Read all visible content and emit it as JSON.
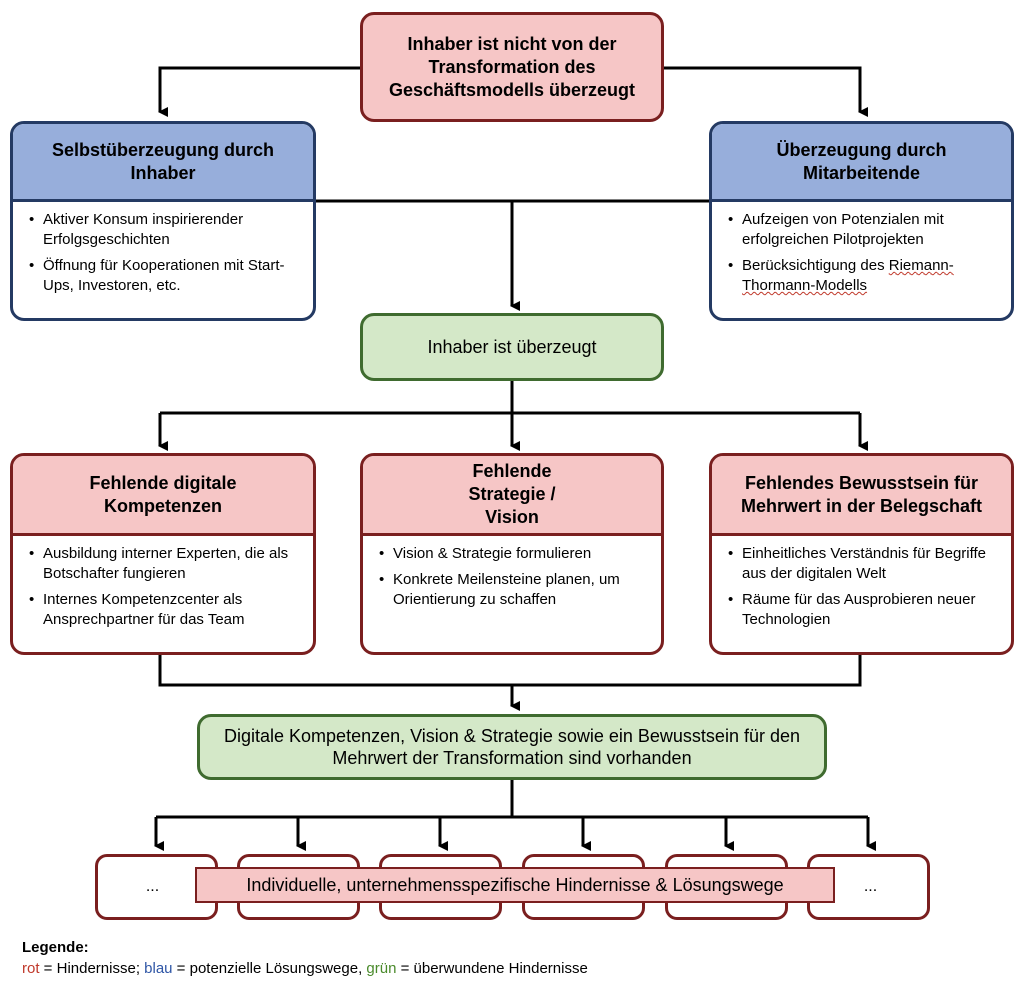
{
  "top": {
    "title": "Inhaber ist nicht von der Transformation des Geschäftsmodells überzeugt"
  },
  "left_solution": {
    "title": "Selbstüberzeugung durch Inhaber",
    "items": [
      "Aktiver Konsum inspirierender Erfolgsgeschichten",
      "Öffnung für Kooperationen mit Start-Ups, Investoren, etc."
    ]
  },
  "right_solution": {
    "title": "Überzeugung durch Mitarbeitende",
    "items": [
      "Aufzeigen von Potenzialen mit erfolgreichen Pilotprojekten",
      "Berücksichtigung des ",
      "Riemann-Thormann-Modells"
    ]
  },
  "convinced": {
    "title": "Inhaber ist überzeugt"
  },
  "obstacle1": {
    "title": "Fehlende digitale Kompetenzen",
    "items": [
      "Ausbildung interner Experten, die als Botschafter fungieren",
      "Internes Kompetenzcenter als Ansprechpartner für das Team"
    ]
  },
  "obstacle2": {
    "title": "Fehlende Strategie / Vision",
    "items": [
      "Vision & Strategie formulieren",
      "Konkrete Meilensteine planen, um Orientierung zu schaffen"
    ]
  },
  "obstacle3": {
    "title": "Fehlendes Bewusstsein für Mehrwert in der Belegschaft",
    "items": [
      "Einheitliches Verständnis für Begriffe aus der digitalen Welt",
      "Räume für das Ausprobieren neuer Technologien"
    ]
  },
  "result": {
    "title": "Digitale Kompetenzen, Vision & Strategie sowie ein Bewusstsein für den Mehrwert der Transformation sind vorhanden"
  },
  "bottom": {
    "dots_left": "...",
    "dots_right": "...",
    "banner": "Individuelle, unternehmensspezifische Hindernisse & Lösungswege"
  },
  "legend": {
    "title": "Legende:",
    "red_word": "rot",
    "red_text": " = Hindernisse; ",
    "blue_word": "blau",
    "blue_text": " = potenzielle Lösungswege, ",
    "green_word": "grün",
    "green_text": " = überwundene Hindernisse",
    "colors": {
      "red": "#c0392b",
      "blue": "#2f56a6",
      "green": "#4a8a2b"
    }
  }
}
